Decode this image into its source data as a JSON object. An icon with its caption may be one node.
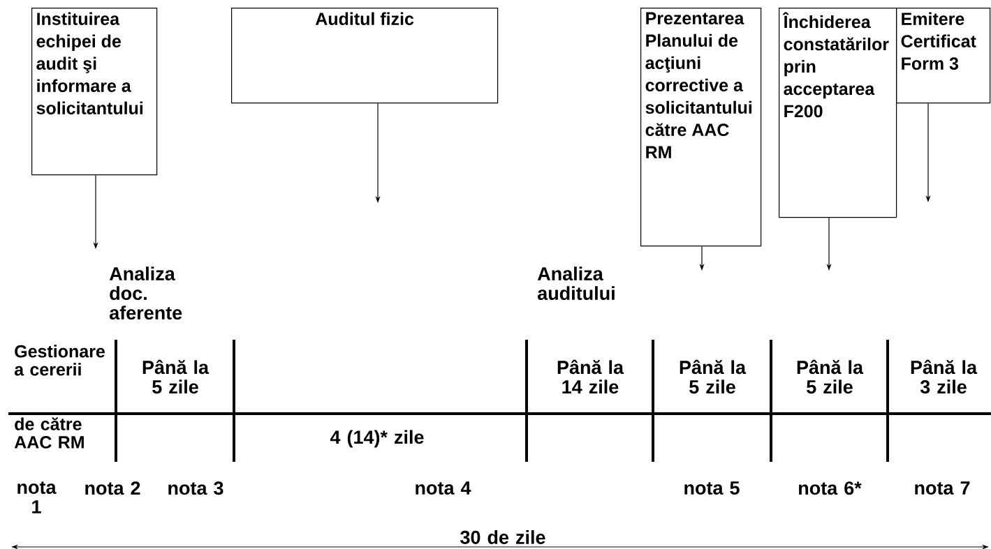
{
  "diagram": {
    "nodes": [
      {
        "text": [
          "Instituirea echipei de audit şi informare a solicitantului"
        ]
      },
      {
        "text": [
          "Auditul fizic"
        ]
      },
      {
        "text": [
          "Prezentarea Planului de acţiuni corrective a solicitantului către AAC RM"
        ]
      },
      {
        "text": [
          "Închiderea constatărilor prin acceptarea F200"
        ]
      },
      {
        "text": [
          "Emitere Certificat Form 3"
        ]
      }
    ],
    "edges": [
      {
        "from": 0,
        "to": null,
        "arrow": "to"
      },
      {
        "from": 1,
        "to": null,
        "arrow": "to"
      },
      {
        "from": 2,
        "to": null,
        "arrow": "to"
      },
      {
        "from": 3,
        "to": null,
        "arrow": "to"
      },
      {
        "from": 4,
        "to": null,
        "arrow": "to"
      }
    ],
    "labels": [
      "Analiza doc. aferente",
      "Analiza auditului",
      "Gestionare a cererii",
      "Până la 5 zile",
      "Până la 14 zile",
      "Până la 5 zile",
      "Până la 5 zile",
      "Până la 3 zile",
      "de către AAC RM",
      "4 (14)* zile",
      "nota 1",
      "nota 2",
      "nota 3",
      "nota 4",
      "nota 5",
      "nota 6*",
      "nota 7",
      "30 de zile"
    ]
  }
}
